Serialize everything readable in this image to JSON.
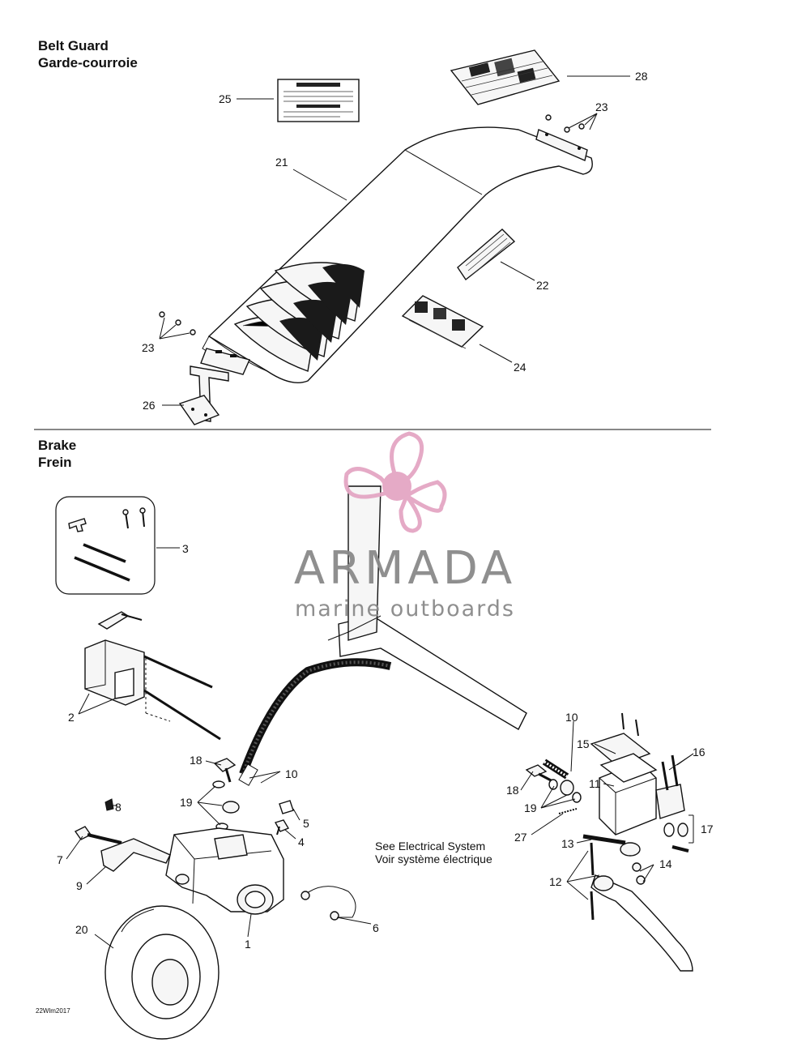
{
  "sections": {
    "belt_guard": {
      "title_en": "Belt Guard",
      "title_fr": "Garde-courroie"
    },
    "brake": {
      "title_en": "Brake",
      "title_fr": "Frein"
    }
  },
  "note": {
    "line1": "See Electrical System",
    "line2": "Voir système électrique"
  },
  "watermark": {
    "brand": "ARMADA",
    "tagline": "marine outboards",
    "colors": {
      "propeller": "#e4a6c4",
      "text": "#8a8a8a"
    }
  },
  "figure_ref": "22Wlm2017",
  "callouts": {
    "c1": "1",
    "c2": "2",
    "c3": "3",
    "c4": "4",
    "c5": "5",
    "c6": "6",
    "c7": "7",
    "c8": "8",
    "c9": "9",
    "c10a": "10",
    "c10b": "10",
    "c11": "11",
    "c12": "12",
    "c13": "13",
    "c14": "14",
    "c15": "15",
    "c16": "16",
    "c17": "17",
    "c18a": "18",
    "c18b": "18",
    "c19a": "19",
    "c19b": "19",
    "c20": "20",
    "c21": "21",
    "c22": "22",
    "c23a": "23",
    "c23b": "23",
    "c24": "24",
    "c25": "25",
    "c26": "26",
    "c27": "27",
    "c28": "28"
  }
}
